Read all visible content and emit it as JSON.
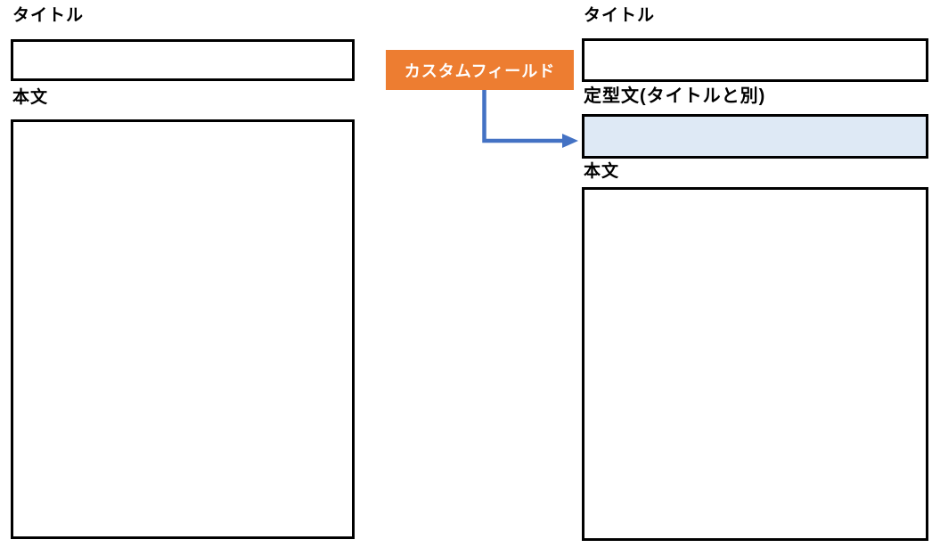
{
  "diagram": {
    "left_form": {
      "title_label": "タイトル",
      "title_value": "",
      "body_label": "本文",
      "body_value": ""
    },
    "right_form": {
      "title_label": "タイトル",
      "title_value": "",
      "fixed_phrase_label": "定型文(タイトルと別)",
      "fixed_phrase_value": "",
      "body_label": "本文",
      "body_value": ""
    },
    "callout": {
      "label": "カスタムフィールド",
      "bg_color": "#ED7D31",
      "text_color": "#FFFFFF"
    },
    "arrow": {
      "name": "elbow-arrow",
      "color": "#4472C4"
    },
    "colors": {
      "field_border": "#000000",
      "highlight_fill": "#DEE9F5"
    }
  }
}
